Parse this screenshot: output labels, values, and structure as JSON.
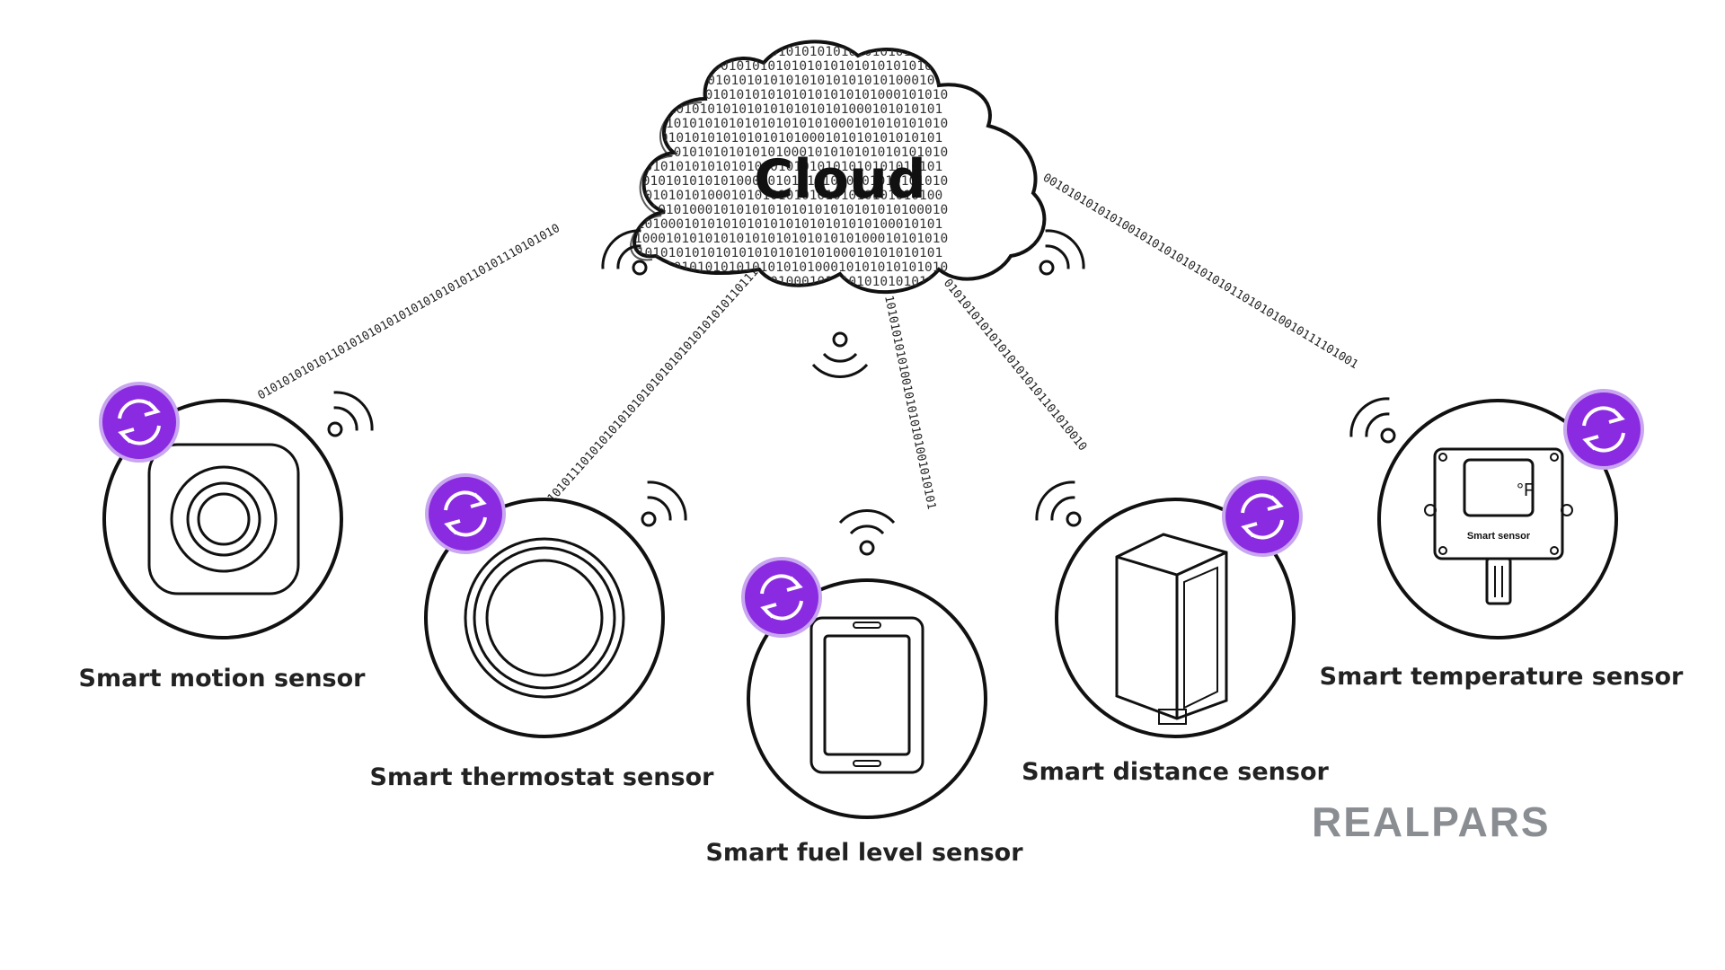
{
  "cloud": {
    "title": "Cloud"
  },
  "binary_streams": [
    "0101010101011010101010101010101010110101110101010",
    "10101110101010101010101010101010101010110111",
    "1010101010100101010101001010101",
    "0101010101010101010101101010010",
    "0010101010101001010101010101010110101010010111101001"
  ],
  "sensors": [
    {
      "label": "Smart motion sensor"
    },
    {
      "label": "Smart thermostat sensor"
    },
    {
      "label": "Smart fuel level sensor"
    },
    {
      "label": "Smart distance sensor"
    },
    {
      "label": "Smart temperature sensor"
    }
  ],
  "temperature_device": {
    "unit_display": "°F",
    "caption": "Smart sensor"
  },
  "brand": {
    "logo": "REALPARS"
  },
  "colors": {
    "badge": "#8a2be2",
    "badge_border": "#c9a6f0",
    "outline": "#111111",
    "logo": "#8a8e93"
  }
}
